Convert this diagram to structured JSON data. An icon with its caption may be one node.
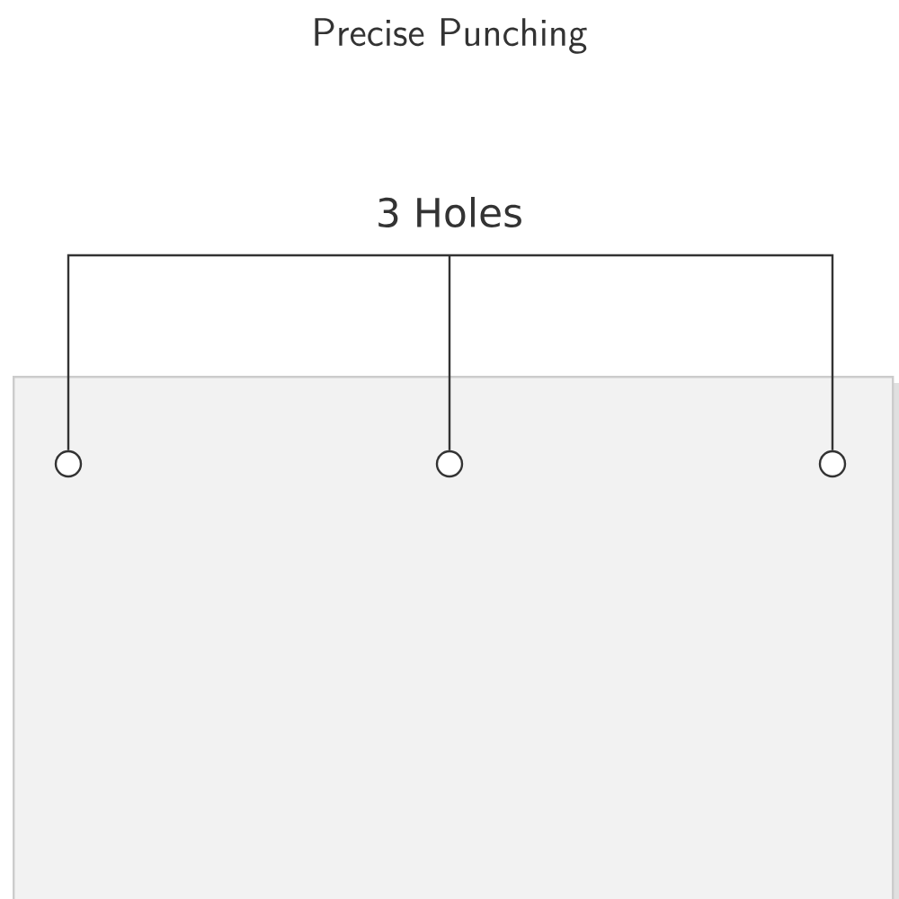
{
  "diagram": {
    "title": "Precise Punching",
    "nodes": [
      {
        "text": [
          "3 Holes"
        ]
      },
      {
        "text": [],
        "shape": "box"
      },
      {
        "text": [],
        "shape": "circle",
        "in": 1
      },
      {
        "text": [],
        "shape": "circle",
        "in": 1
      },
      {
        "text": [],
        "shape": "circle",
        "in": 1
      }
    ],
    "edges": [
      {
        "from": 0,
        "to": 2,
        "arrow": "none"
      },
      {
        "from": 0,
        "to": 3,
        "arrow": "none"
      },
      {
        "from": 0,
        "to": 4,
        "arrow": "none"
      }
    ]
  }
}
